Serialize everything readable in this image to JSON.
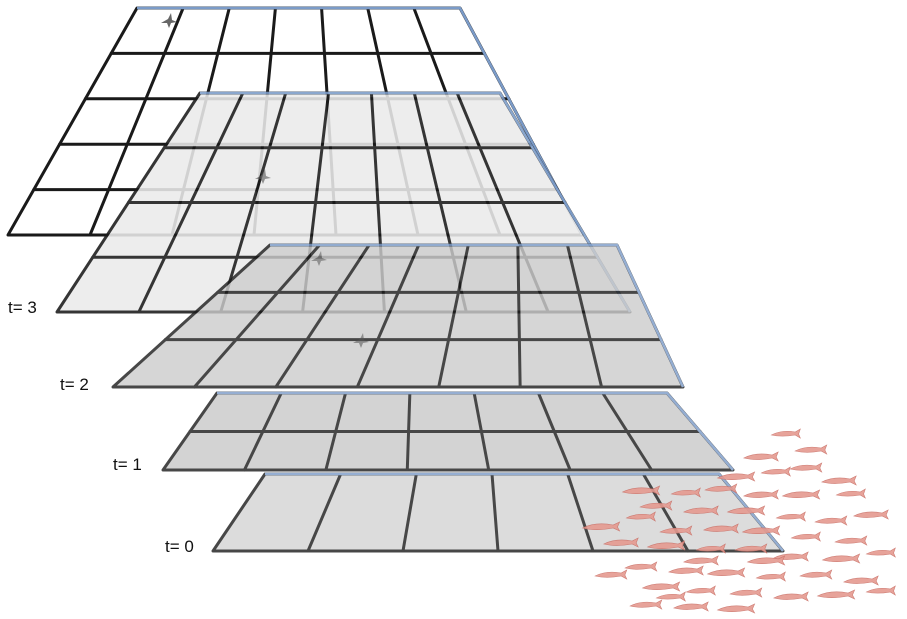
{
  "diagram": {
    "layers": [
      {
        "label": "t= 0",
        "fill": "#d4d4d4",
        "edge_color": "#7b9bc8",
        "rows": 1,
        "cols": 6
      },
      {
        "label": "t= 1",
        "fill": "#c9c9c9",
        "edge_color": "#7b9bc8",
        "rows": 2,
        "cols": 7
      },
      {
        "label": "t= 2",
        "fill": "#cdcdcd",
        "edge_color": "#7b9bc8",
        "rows": 3,
        "cols": 7
      },
      {
        "label": "t= 3",
        "fill": "#ebebeb",
        "edge_color": "#7b9bc8",
        "rows": 4,
        "cols": 7
      },
      {
        "label": "",
        "fill": "#ffffff",
        "edge_color": "#1a1a1a",
        "rows": 5,
        "cols": 7
      }
    ],
    "marker_icon": "bird-icon",
    "fish_icon": "fish-icon",
    "fish_color": "#e59a90"
  }
}
